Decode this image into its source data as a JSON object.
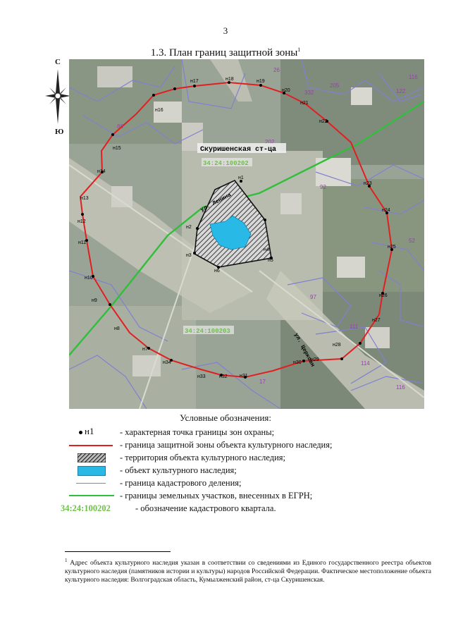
{
  "page": {
    "number": "3"
  },
  "title": {
    "text": "1.3. План границ защитной зоны",
    "footnote_mark": "1"
  },
  "compass": {
    "north": "С",
    "south": "Ю"
  },
  "map": {
    "settlement_label": "Скуришенская ст-ца",
    "quarter_labels": [
      "34:24:100202",
      "34:24:100203"
    ],
    "street_labels": [
      "ул. Ленина",
      "ул. Церковн"
    ],
    "parcel_labels": [
      "26",
      "202",
      "205",
      "122",
      "116",
      "332",
      "52",
      "97",
      "111",
      "114",
      "116",
      "86",
      "17",
      "92"
    ],
    "boundary_points": [
      "н1",
      "н2",
      "н3",
      "н4",
      "н5",
      "н6",
      "н7",
      "н8",
      "н9",
      "н10",
      "н11",
      "н12",
      "н13",
      "н14",
      "н15",
      "н16",
      "н17",
      "н18",
      "н19",
      "н20",
      "н21",
      "н22",
      "н23",
      "н24",
      "н25",
      "н26",
      "н27",
      "н28",
      "н29",
      "н30",
      "н31",
      "н32",
      "н33",
      "н34"
    ],
    "colors": {
      "zone_boundary": "#e02020",
      "quarter_boundary": "#2fbf3a",
      "parcel_boundary": "#8080d0",
      "heritage_object": "#29b9e6",
      "quarter_code": "#6fc04a"
    }
  },
  "legend": {
    "title": "Условные обозначения:",
    "point_symbol": "н1",
    "items": [
      "- характерная точка границы зон охраны;",
      "- граница защитной зоны объекта культурного наследия;",
      "- территория объекта культурного наследия;",
      "- объект культурного наследия;",
      "- граница кадастрового деления;",
      "- границы земельных участков, внесенных в ЕГРН;"
    ],
    "quarter_code_sample": "34:24:100202",
    "quarter_code_text": "- обозначение кадастрового квартала."
  },
  "footnote": {
    "mark": "1",
    "text": "Адрес объекта культурного наследия указан в соответствии со сведениями из Единого государственного реестра объектов культурного наследия (памятников истории и культуры) народов Российской Федерации. Фактическое местоположение объекта культурного наследия: Волгоградская область, Кумылженский район, ст-ца Скуришенская."
  }
}
